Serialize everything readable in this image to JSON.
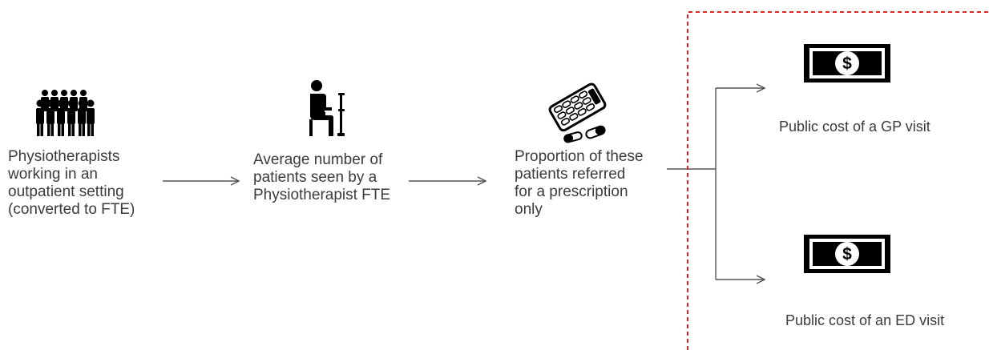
{
  "steps": [
    {
      "label": "Physiotherapists\nworking in an\noutpatient setting\n(converted to FTE)",
      "icon": "people-group-icon"
    },
    {
      "label": "Average number of\npatients seen by a\nPhysiotherapist FTE",
      "icon": "patient-with-crutch-icon"
    },
    {
      "label": "Proportion of these\npatients referred\nfor a prescription\nonly",
      "icon": "pills-icon"
    }
  ],
  "costs": [
    {
      "label": "Public cost of a GP visit",
      "icon": "dollar-bill-icon"
    },
    {
      "label": "Public cost of an ED visit",
      "icon": "dollar-bill-icon"
    }
  ],
  "colors": {
    "arrow": "#555555",
    "boundary": "#e8231f",
    "icon": "#000000",
    "text": "#3b3b3b"
  }
}
